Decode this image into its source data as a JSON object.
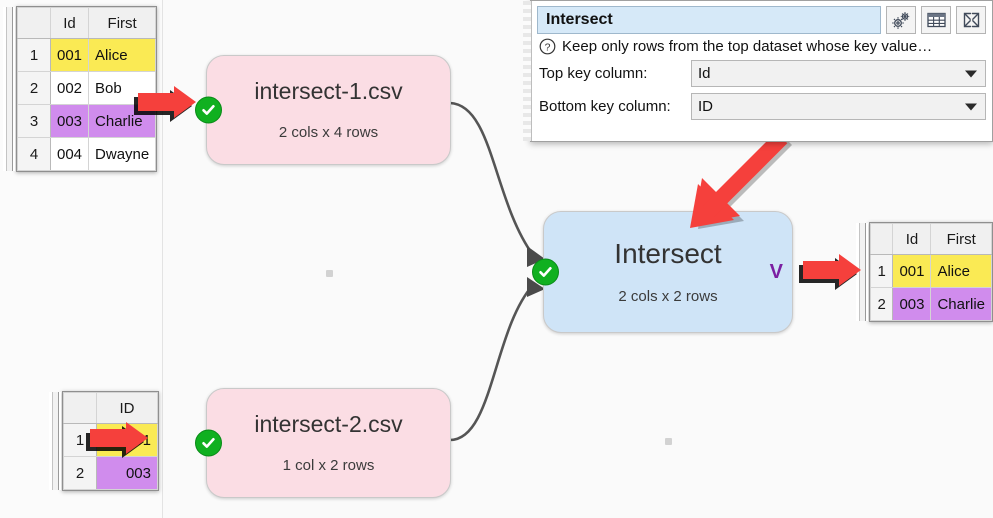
{
  "panel": {
    "name_value": "Intersect",
    "icons": [
      "settings-gears-icon",
      "table-view-icon",
      "expand-icon"
    ],
    "help_text": "Keep only rows from the top dataset whose key value…",
    "fields": [
      {
        "label": "Top key column:",
        "value": "Id"
      },
      {
        "label": "Bottom key column:",
        "value": "ID"
      }
    ]
  },
  "nodes": [
    {
      "title": "intersect-1.csv",
      "subtitle": "2 cols x 4 rows",
      "status": "ok"
    },
    {
      "title": "intersect-2.csv",
      "subtitle": "1 col x 2 rows",
      "status": "ok"
    },
    {
      "title": "Intersect",
      "subtitle": "2 cols x 2 rows",
      "status": "ok",
      "badge": "V"
    }
  ],
  "tables": {
    "input_top": {
      "headers": [
        "",
        "Id",
        "First"
      ],
      "rows": [
        {
          "n": "1",
          "cells": [
            "001",
            "Alice"
          ],
          "highlight": "yellow"
        },
        {
          "n": "2",
          "cells": [
            "002",
            "Bob"
          ],
          "highlight": "none"
        },
        {
          "n": "3",
          "cells": [
            "003",
            "Charlie"
          ],
          "highlight": "purple"
        },
        {
          "n": "4",
          "cells": [
            "004",
            "Dwayne"
          ],
          "highlight": "none"
        }
      ]
    },
    "input_bottom": {
      "headers": [
        "",
        "ID"
      ],
      "rows": [
        {
          "n": "1",
          "cells": [
            "001"
          ],
          "highlight": "yellow"
        },
        {
          "n": "2",
          "cells": [
            "003"
          ],
          "highlight": "purple"
        }
      ]
    },
    "output": {
      "headers": [
        "",
        "Id",
        "First"
      ],
      "rows": [
        {
          "n": "1",
          "cells": [
            "001",
            "Alice"
          ],
          "highlight": "yellow"
        },
        {
          "n": "2",
          "cells": [
            "003",
            "Charlie"
          ],
          "highlight": "purple"
        }
      ]
    }
  },
  "colors": {
    "highlight_yellow": "#faea54",
    "highlight_purple": "#d08ced",
    "node_pink": "#fbdde4",
    "node_blue": "#cfe4f7",
    "status_green": "#10b020",
    "annotation_red": "#f5403c",
    "badge_purple": "#7b1fa2"
  }
}
